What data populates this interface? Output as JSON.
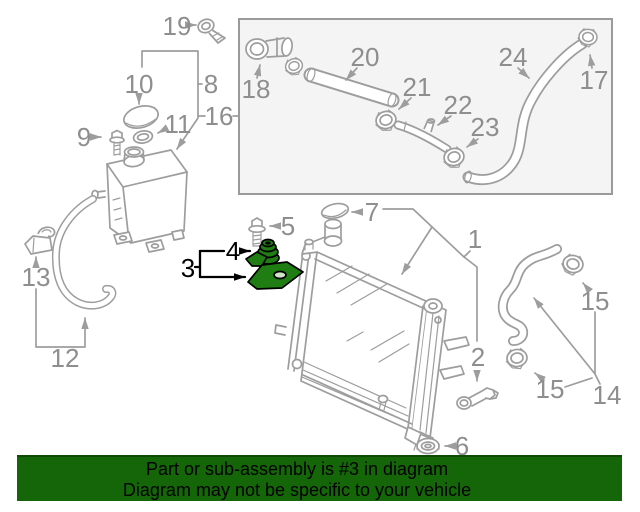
{
  "banner": {
    "line1": "Part or sub-assembly is #3 in diagram",
    "line2": "Diagram may not be specific to your vehicle"
  },
  "callouts": {
    "c1": "1",
    "c2": "2",
    "c3": "3",
    "c4": "4",
    "c5": "5",
    "c6": "6",
    "c7": "7",
    "c8": "8",
    "c9": "9",
    "c10": "10",
    "c11": "11",
    "c12": "12",
    "c13": "13",
    "c14": "14",
    "c15a": "15",
    "c15b": "15",
    "c16": "16",
    "c17": "17",
    "c18": "18",
    "c19": "19",
    "c20": "20",
    "c21": "21",
    "c22": "22",
    "c23": "23",
    "c24": "24"
  },
  "colors": {
    "diagram_line_gray": "#9d9d9d",
    "callout_gray": "#8e8e8e",
    "highlight_green": "#1f7d14",
    "banner_green": "#156608",
    "callout_black": "#000000",
    "inset_fill": "#f4f4f4"
  }
}
